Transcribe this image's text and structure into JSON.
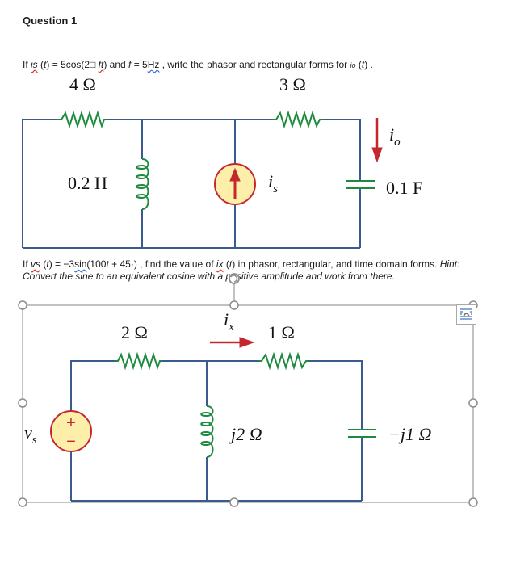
{
  "question": {
    "title": "Question 1"
  },
  "problem1": {
    "t1": "If ",
    "is_var": "is",
    "t2": " (",
    "t_var": "t",
    "t3": ") = 5cos(2",
    "pi_glyph": "□",
    "t4": " ",
    "ft_var": "ft",
    "t5": ") and ",
    "f_var": "f",
    "t6": " = 5",
    "hz": "Hz",
    "t7": " ,  write the phasor and rectangular forms for ",
    "io_var": "io",
    "t8": " (",
    "t9": ") ."
  },
  "circuit1": {
    "r1_label": "4 Ω",
    "r2_label": "3 Ω",
    "inductor_label": "0.2 H",
    "capacitor_label": "0.1 F",
    "source_label_main": "i",
    "source_label_sub": "s",
    "current_label_main": "i",
    "current_label_sub": "o"
  },
  "problem2": {
    "t1": "If ",
    "vs_var": "vs",
    "t2": " (",
    "t_var": "t",
    "t3": ") = −3",
    "sin": "sin",
    "t4": "(100",
    "t5": " + 45",
    "deg": "·",
    "t6": ") , find the value of ",
    "ix_var": "ix",
    "t7": " (",
    "t8": ") in phasor, rectangular, and time domain forms. ",
    "hint": "Hint: Convert the sine to an equivalent cosine with a positive amplitude and work from there."
  },
  "circuit2": {
    "r1_label": "2 Ω",
    "r2_label": "1 Ω",
    "inductor_label": "j2 Ω",
    "capacitor_label": "−j1 Ω",
    "source_label_main": "v",
    "source_label_sub": "s",
    "current_label_main": "i",
    "current_label_sub": "x",
    "plus": "+",
    "minus": "−"
  },
  "colors": {
    "wire": "#3b5a8f",
    "component": "#1d8a3e",
    "source_fill": "#fdeeaa",
    "accent_red": "#c2282e"
  }
}
